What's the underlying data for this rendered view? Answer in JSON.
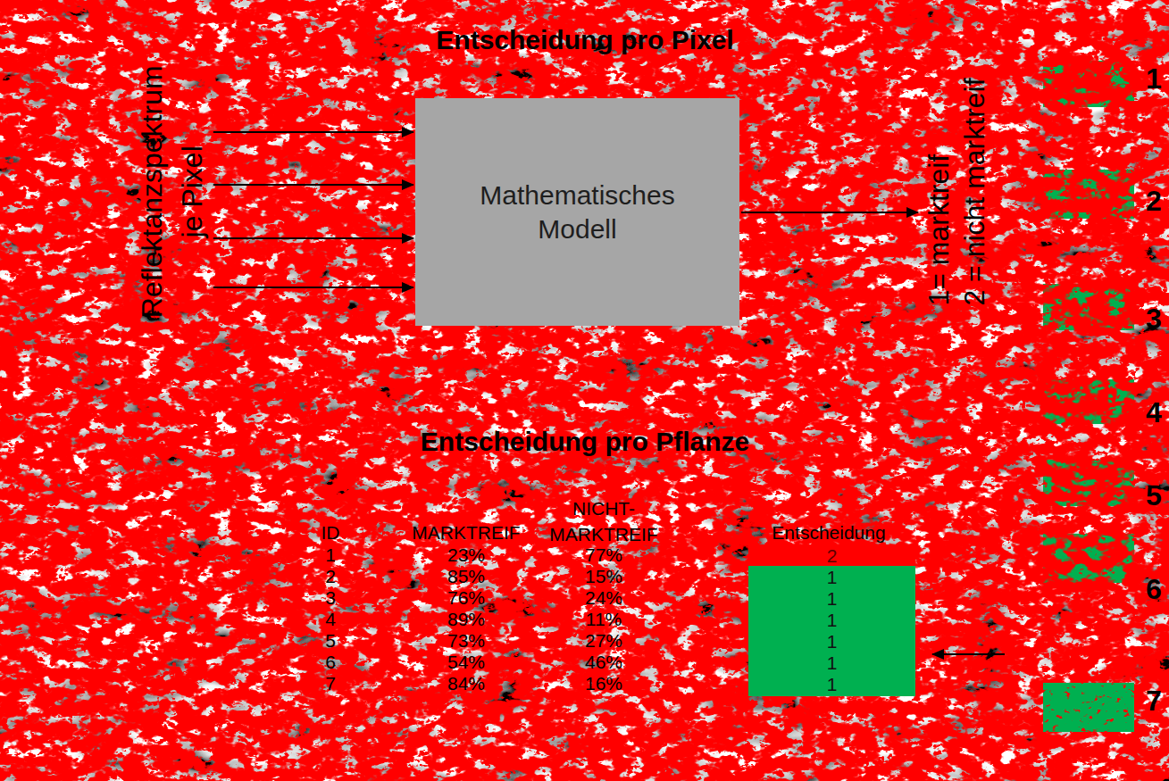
{
  "diagram": {
    "title": "Entscheidung pro Pixel",
    "nodes": [
      {
        "text": [
          "Reflektanzspektrum je Pixel"
        ]
      },
      {
        "text": [
          "Mathematisches Modell"
        ]
      },
      {
        "text": [
          "1= marktreif",
          "2 = nicht marktreif"
        ]
      },
      {
        "text": [
          "2"
        ]
      },
      {
        "text": [
          "1"
        ]
      },
      {
        "text": [
          "1"
        ]
      },
      {
        "text": [
          "1"
        ]
      },
      {
        "text": [
          "1"
        ]
      },
      {
        "text": [
          "1"
        ]
      },
      {
        "text": [
          "1"
        ]
      }
    ],
    "edges": [
      {
        "from": 0,
        "to": 1,
        "arrow": "to"
      },
      {
        "from": 0,
        "to": 1,
        "arrow": "to"
      },
      {
        "from": 0,
        "to": 1,
        "arrow": "to"
      },
      {
        "from": 0,
        "to": 1,
        "arrow": "to"
      },
      {
        "from": 1,
        "to": 2,
        "arrow": "to"
      }
    ],
    "labels": [
      "Entscheidung pro Pflanze",
      "ID",
      "MARKTREIF",
      "NICHT- MARKTREIF",
      "Entscheidung",
      "1",
      "23%",
      "77%",
      "2",
      "85%",
      "15%",
      "3",
      "76%",
      "24%",
      "4",
      "89%",
      "11%",
      "5",
      "73%",
      "27%",
      "6",
      "54%",
      "46%",
      "7",
      "84%",
      "16%",
      "1",
      "2",
      "3",
      "4",
      "5",
      "6",
      "7"
    ]
  }
}
